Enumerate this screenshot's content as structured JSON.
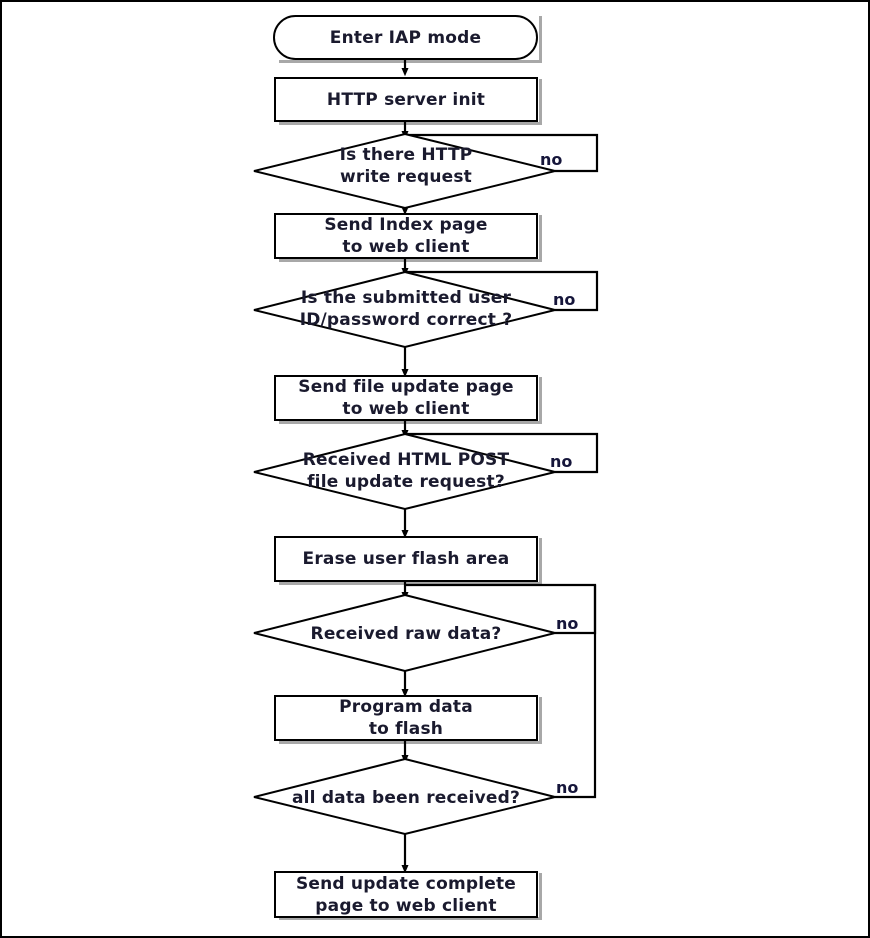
{
  "diagram": {
    "title": "IAP mode HTTP firmware update flowchart",
    "frame_border_color": "#000000",
    "background": "#ffffff",
    "shape_stroke_color": "#000000",
    "shadow_color": "#a6a6a6",
    "text_color": "#1a1a2e",
    "nodes": [
      {
        "id": "n1",
        "type": "terminator",
        "label": "Enter IAP mode"
      },
      {
        "id": "n2",
        "type": "process",
        "label": "HTTP server init"
      },
      {
        "id": "n3",
        "type": "decision",
        "label": "Is there HTTP\nwrite request"
      },
      {
        "id": "n4",
        "type": "process",
        "label": "Send Index page\nto web client"
      },
      {
        "id": "n5",
        "type": "decision",
        "label": "Is the submitted user\nID/password correct ?"
      },
      {
        "id": "n6",
        "type": "process",
        "label": "Send file update page\nto web client"
      },
      {
        "id": "n7",
        "type": "decision",
        "label": "Received HTML POST\nfile update request?"
      },
      {
        "id": "n8",
        "type": "process",
        "label": "Erase user flash area"
      },
      {
        "id": "n9",
        "type": "decision",
        "label": "Received raw data?"
      },
      {
        "id": "n10",
        "type": "process",
        "label": "Program data\nto flash"
      },
      {
        "id": "n11",
        "type": "decision",
        "label": "all data been received?"
      },
      {
        "id": "n12",
        "type": "process",
        "label": "Send update complete\npage to web client"
      }
    ],
    "edge_labels": [
      {
        "id": "e1",
        "text": "no",
        "from": "n3"
      },
      {
        "id": "e2",
        "text": "no",
        "from": "n5"
      },
      {
        "id": "e3",
        "text": "no",
        "from": "n7"
      },
      {
        "id": "e4",
        "text": "no",
        "from": "n9"
      },
      {
        "id": "e5",
        "text": "no",
        "from": "n11"
      }
    ]
  }
}
